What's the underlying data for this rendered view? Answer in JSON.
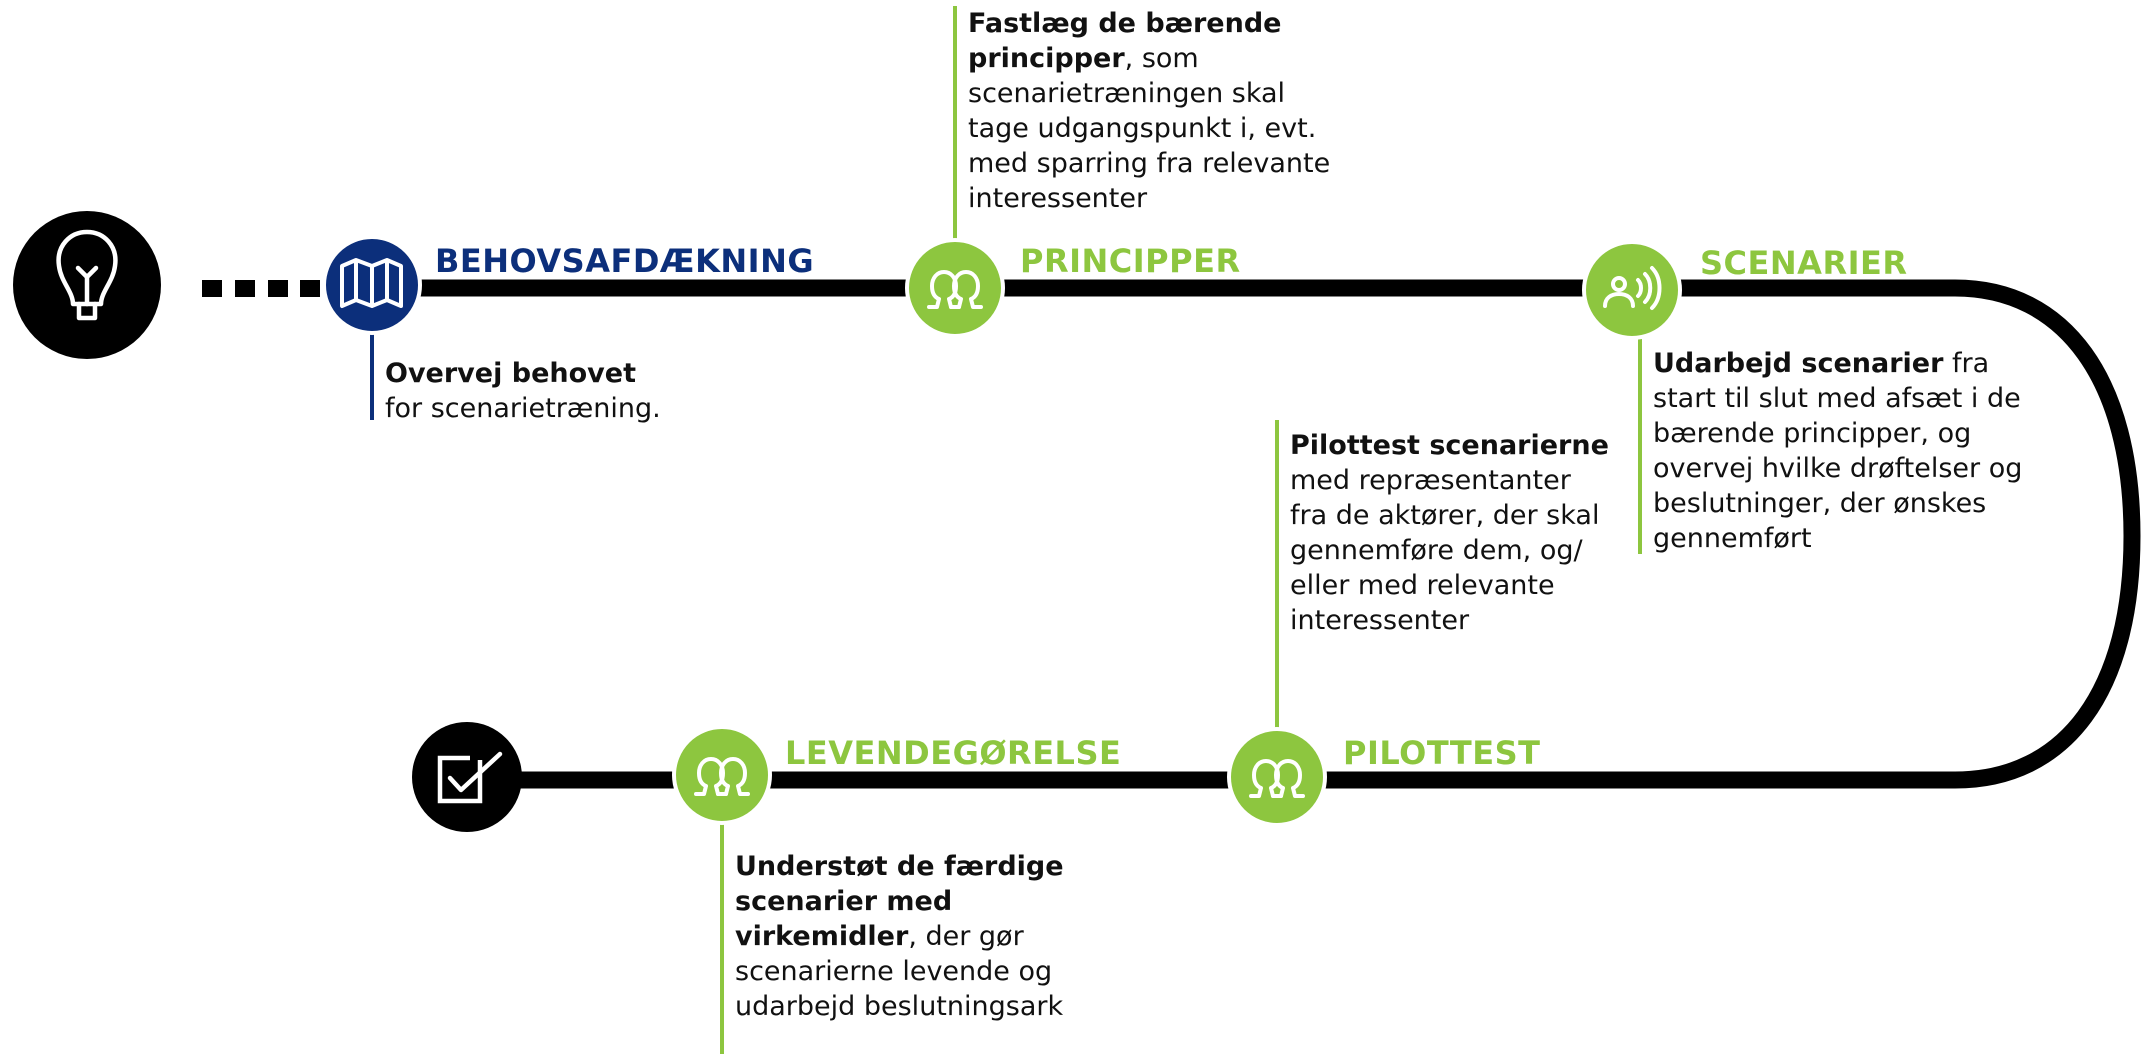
{
  "colors": {
    "track": "#000000",
    "navy": "#0c2f7b",
    "green": "#8dc63f",
    "text": "#111111"
  },
  "start": {
    "icon": "lightbulb-icon"
  },
  "end": {
    "icon": "checkbox-icon"
  },
  "stages": [
    {
      "id": "behovsafdaekning",
      "title": "BEHOVSAFDÆKNING",
      "color": "#0c2f7b",
      "icon": "map-icon",
      "note_bold": "Overvej behovet",
      "note_rest": "for scenarietræning."
    },
    {
      "id": "principper",
      "title": "PRINCIPPER",
      "color": "#8dc63f",
      "icon": "people-icon",
      "note_bold": "Fastlæg de bærende principper",
      "note_rest": ", som scenarietræningen skal tage udgangspunkt i, evt. med sparring fra relevante interessenter"
    },
    {
      "id": "scenarier",
      "title": "SCENARIER",
      "color": "#8dc63f",
      "icon": "speaker-icon",
      "note_bold": "Udarbejd scenarier",
      "note_rest": " fra start til slut med afsæt i de bærende principper, og overvej hvilke drøftelser og beslutninger, der ønskes gennemført"
    },
    {
      "id": "pilottest",
      "title": "PILOTTEST",
      "color": "#8dc63f",
      "icon": "people-icon",
      "note_bold": "Pilottest scenarierne",
      "note_rest": " med repræsentanter fra de aktører, der skal gennemføre dem, og/ eller med relevante interessenter"
    },
    {
      "id": "levendegoerelse",
      "title": "LEVENDEGØRELSE",
      "color": "#8dc63f",
      "icon": "people-icon",
      "note_bold": "Understøt de færdige scenarier med virkemidler",
      "note_rest": ", der gør scenarierne levende og udarbejd beslutningsark"
    }
  ]
}
